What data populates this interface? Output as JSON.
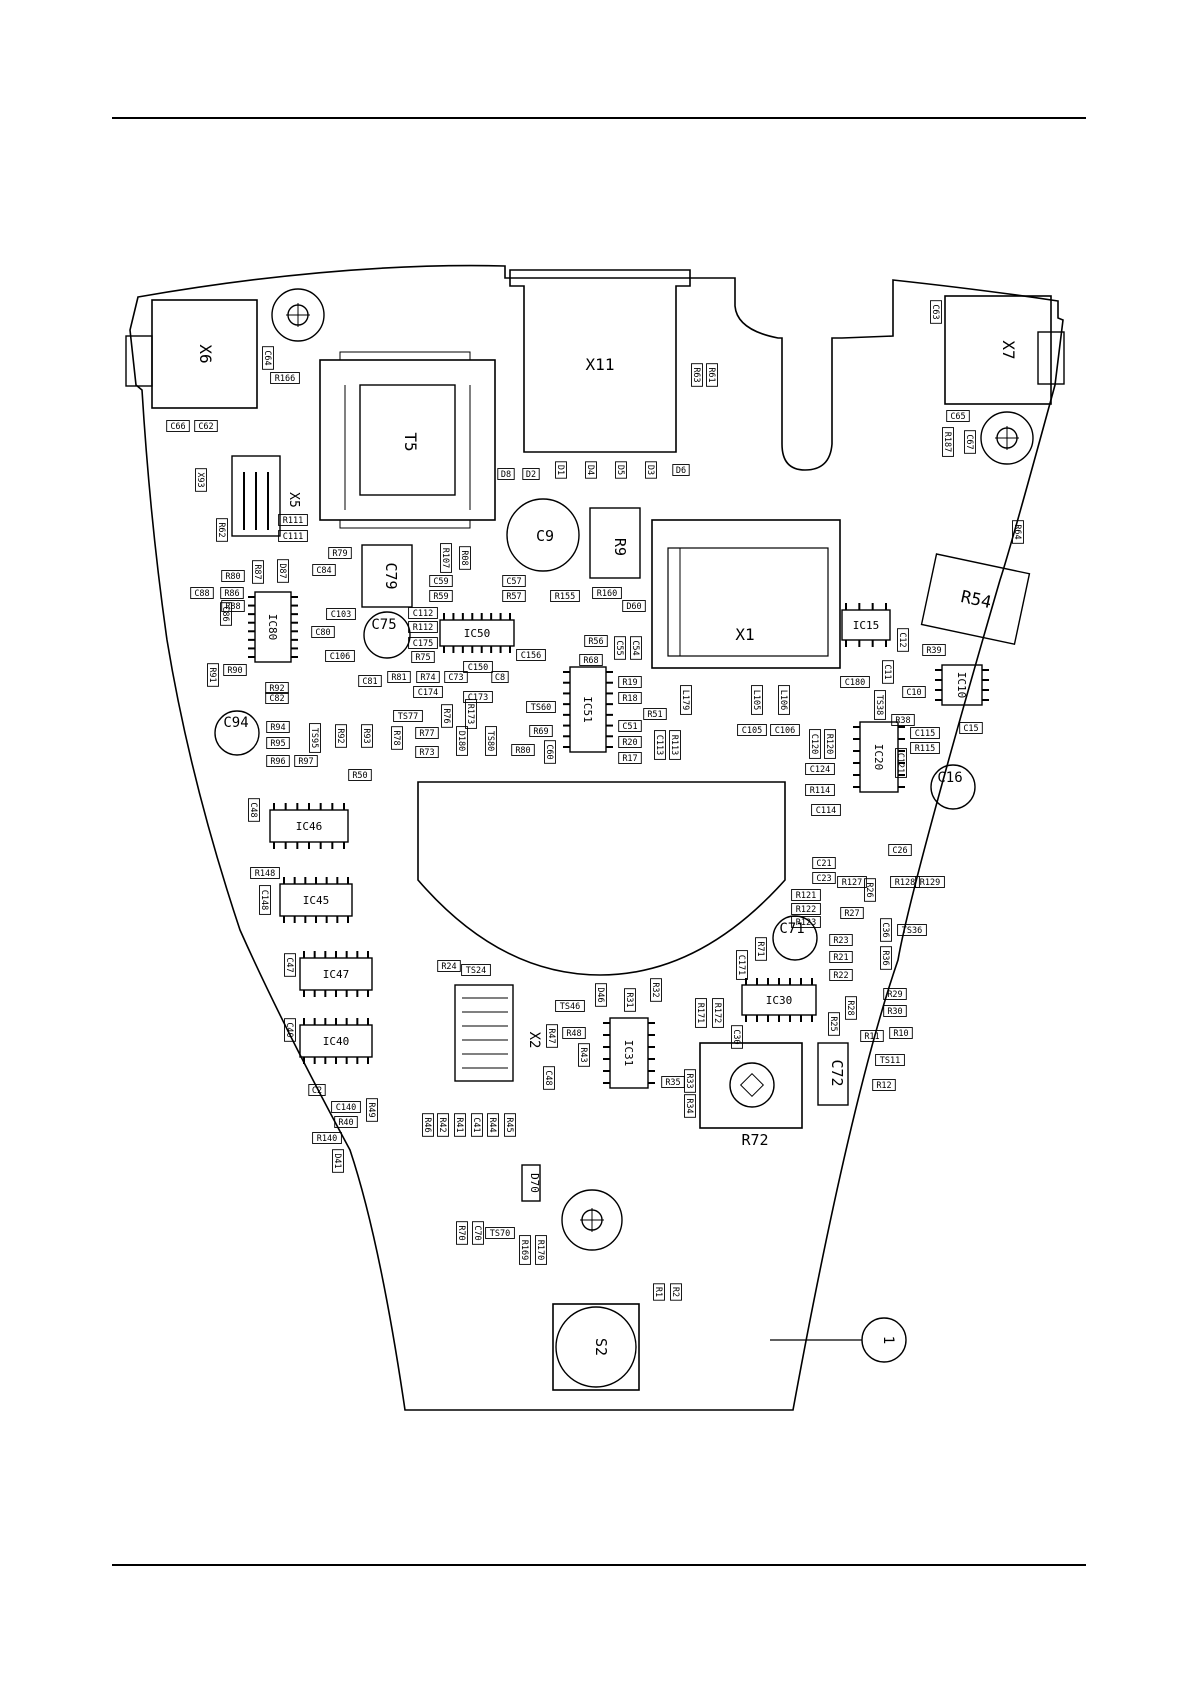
{
  "callout": "1",
  "parts": {
    "X6": "X6",
    "X7": "X7",
    "X11": "X11",
    "T5": "T5",
    "X5": "X5",
    "C79": "C79",
    "C9": "C9",
    "R9": "R9",
    "X1": "X1",
    "R54": "R54",
    "C75": "C75",
    "C94": "C94",
    "C16": "C16",
    "C71": "C71",
    "C72": "C72",
    "R72": "R72",
    "S2": "S2",
    "X2": "X2",
    "D70": "D70"
  },
  "ics": {
    "IC80": "IC80",
    "IC50": "IC50",
    "IC51": "IC51",
    "IC15": "IC15",
    "IC10": "IC10",
    "IC20": "IC20",
    "IC46": "IC46",
    "IC45": "IC45",
    "IC47": "IC47",
    "IC40": "IC40",
    "IC30": "IC30",
    "IC31": "IC31"
  },
  "small": {
    "R166": "R166",
    "C64": "C64",
    "C66": "C66",
    "C62": "C62",
    "R63": "R63",
    "R61": "R61",
    "C63": "C63",
    "C65": "C65",
    "R187": "R187",
    "C67": "C67",
    "D8": "D8",
    "D2": "D2",
    "D1": "D1",
    "D4": "D4",
    "D5": "D5",
    "D3": "D3",
    "D6": "D6",
    "R111": "R111",
    "C111": "C111",
    "R62": "R62",
    "R79": "R79",
    "R107": "R107",
    "R08": "R08",
    "C59": "C59",
    "C57": "C57",
    "R57": "R57",
    "R59": "R59",
    "R155": "R155",
    "R160": "R160",
    "D60": "D60",
    "R64": "R64",
    "R80": "R80",
    "C88": "C88",
    "R86": "R86",
    "C84": "C84",
    "C103": "C103",
    "C80": "C80",
    "C106": "C106",
    "R90": "R90",
    "R91": "R91",
    "R92": "R92",
    "C82": "C82",
    "C81": "C81",
    "R81": "R81",
    "R74": "R74",
    "C73": "C73",
    "C8": "C8",
    "C150": "C150",
    "C173": "C173",
    "R173": "R173",
    "C174": "C174",
    "R75": "R75",
    "C112": "C112",
    "R112": "R112",
    "C175": "C175",
    "C156": "C156",
    "R56": "R56",
    "C55": "C55",
    "C54": "C54",
    "R68": "R68",
    "R19": "R19",
    "R18": "R18",
    "R51": "R51",
    "L179": "L179",
    "L105": "L105",
    "L106": "L106",
    "C180": "C180",
    "C12": "C12",
    "C11": "C11",
    "R39": "R39",
    "C10": "C10",
    "C15": "C15",
    "C115": "C115",
    "R115": "R115",
    "C121": "C121",
    "TS77": "TS77",
    "R76": "R76",
    "R77": "R77",
    "R73": "R73",
    "D180": "D180",
    "TS80": "TS80",
    "R80b": "R80",
    "C60": "C60",
    "TS60": "TS60",
    "R69": "R69",
    "C51": "C51",
    "R20": "R20",
    "R17": "R17",
    "R113": "R113",
    "C113": "C113",
    "C105": "C105",
    "C106b": "C106",
    "R94": "R94",
    "R95": "R95",
    "TS95": "TS95",
    "R96": "R96",
    "R97": "R97",
    "R92b": "R92",
    "R93": "R93",
    "R78": "R78",
    "R50": "R50",
    "C48": "C48",
    "R148": "R148",
    "C148": "C148",
    "C47": "C47",
    "C40": "C40",
    "C2": "C2",
    "C140": "C140",
    "R49": "R49",
    "R40": "R40",
    "R140": "R140",
    "D41": "D41",
    "R24": "R24",
    "TS24": "TS24",
    "TS46": "TS46",
    "D46": "D46",
    "R31": "R31",
    "R32": "R32",
    "R48": "R48",
    "R47": "R47",
    "R43": "R43",
    "C48b": "C48",
    "R46": "R46",
    "R42": "R42",
    "R41": "R41",
    "C41": "C41",
    "R44": "R44",
    "R45": "R45",
    "R35": "R35",
    "R33": "R33",
    "R34": "R34",
    "C21": "C21",
    "C23": "C23",
    "R121": "R121",
    "R122": "R122",
    "R123": "R123",
    "R127": "R127",
    "R26": "R26",
    "R27": "R27",
    "R128": "R128",
    "R129": "R129",
    "C36": "C36",
    "TS36": "TS36",
    "R23": "R23",
    "R21": "R21",
    "R22": "R22",
    "R36": "R36",
    "C171": "C171",
    "R71": "R71",
    "R171": "R171",
    "R172": "R172",
    "C30": "C30",
    "R28": "R28",
    "R29": "R29",
    "R30": "R30",
    "R25": "R25",
    "R11": "R11",
    "R10": "R10",
    "TS11": "TS11",
    "R12": "R12",
    "C114": "C114",
    "R114": "R114",
    "C124": "C124",
    "C120": "C120",
    "R120": "R120",
    "C26": "C26",
    "R38": "R38",
    "TS38": "TS38",
    "R70": "R70",
    "C70": "C70",
    "TS70": "TS70",
    "R169": "R169",
    "R170": "R170",
    "R1": "R1",
    "R2": "R2",
    "X93": "X93",
    "R88": "R88",
    "R87": "R87",
    "D87": "D87",
    "C86": "C86"
  }
}
